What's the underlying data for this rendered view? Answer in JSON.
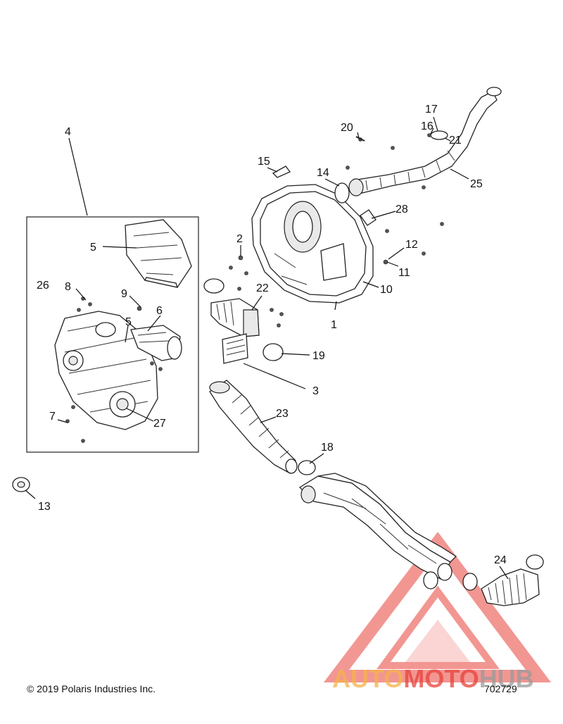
{
  "labels": {
    "l1": "1",
    "l2": "2",
    "l3": "3",
    "l4": "4",
    "l5a": "5",
    "l5b": "5",
    "l6": "6",
    "l7": "7",
    "l8": "8",
    "l9": "9",
    "l10": "10",
    "l11": "11",
    "l12": "12",
    "l13": "13",
    "l14": "14",
    "l15": "15",
    "l16": "16",
    "l17": "17",
    "l18": "18",
    "l19": "19",
    "l20": "20",
    "l21": "21",
    "l22": "22",
    "l23": "23",
    "l24": "24",
    "l25": "25",
    "l26": "26",
    "l27": "27",
    "l28": "28"
  },
  "footer": {
    "copyright": "© 2019 Polaris Industries Inc.",
    "doc_number": "702729"
  },
  "watermark": {
    "text_orange": "AUTO",
    "text_red": "MOTO",
    "text_gray": "HUB",
    "color_orange": "#f5b24a",
    "color_red": "#e8423a",
    "color_gray": "#9a9a9a"
  }
}
